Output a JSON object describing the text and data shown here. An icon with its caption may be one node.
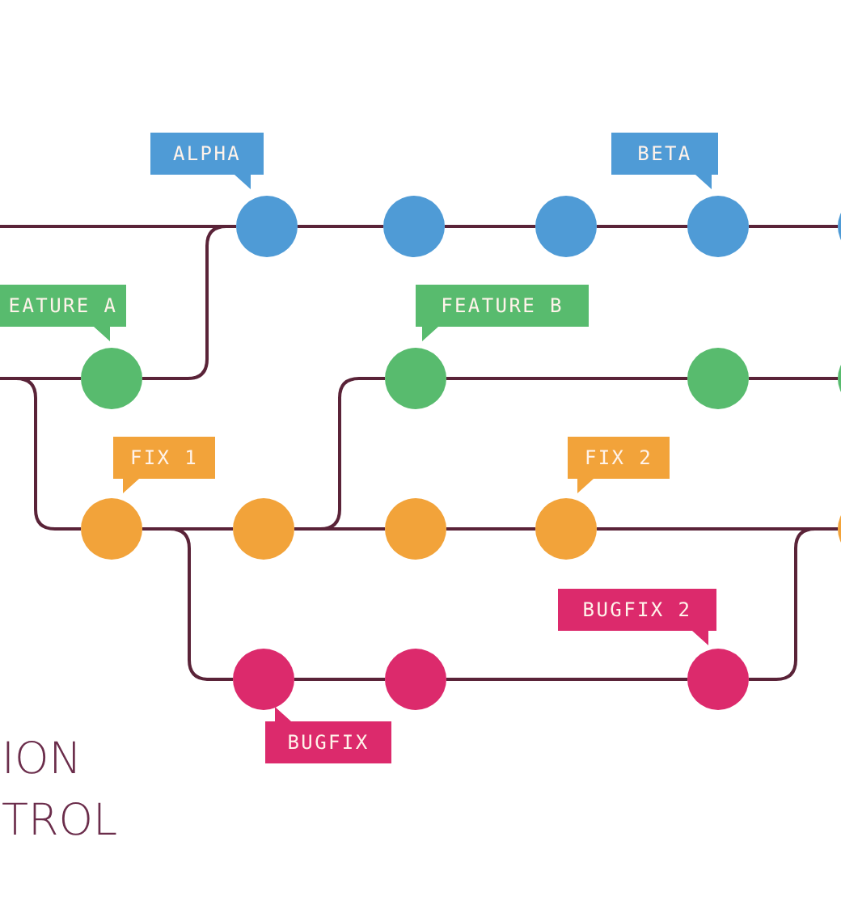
{
  "diagram": {
    "nodes": [
      {
        "text": [
          "ALPHA"
        ]
      },
      {
        "text": [
          "BETA"
        ]
      },
      {
        "text": [],
        "shape": "circle"
      },
      {
        "text": [],
        "shape": "circle"
      },
      {
        "text": [],
        "shape": "circle"
      },
      {
        "text": [],
        "shape": "circle"
      },
      {
        "text": [],
        "shape": "circle"
      },
      {
        "text": [
          "EATURE A"
        ]
      },
      {
        "text": [
          "FEATURE B"
        ]
      },
      {
        "text": [],
        "shape": "circle"
      },
      {
        "text": [],
        "shape": "circle"
      },
      {
        "text": [],
        "shape": "circle"
      },
      {
        "text": [],
        "shape": "circle"
      },
      {
        "text": [
          "FIX 1"
        ]
      },
      {
        "text": [
          "FIX 2"
        ]
      },
      {
        "text": [],
        "shape": "circle"
      },
      {
        "text": [],
        "shape": "circle"
      },
      {
        "text": [],
        "shape": "circle"
      },
      {
        "text": [],
        "shape": "circle"
      },
      {
        "text": [],
        "shape": "circle"
      },
      {
        "text": [
          "BUGFIX 2"
        ]
      },
      {
        "text": [],
        "shape": "circle"
      },
      {
        "text": [],
        "shape": "circle"
      },
      {
        "text": [],
        "shape": "circle"
      },
      {
        "text": [
          "BUGFIX"
        ]
      }
    ],
    "edges": [
      {
        "from": null,
        "to": 2,
        "arrow": "none"
      },
      {
        "from": 9,
        "to": 2,
        "arrow": "none"
      },
      {
        "from": 2,
        "to": 3,
        "arrow": "none"
      },
      {
        "from": 3,
        "to": 4,
        "arrow": "none"
      },
      {
        "from": 4,
        "to": 5,
        "arrow": "none"
      },
      {
        "from": 5,
        "to": 6,
        "arrow": "none"
      },
      {
        "from": null,
        "to": 9,
        "arrow": "none"
      },
      {
        "from": null,
        "to": 15,
        "arrow": "none"
      },
      {
        "from": 15,
        "to": 16,
        "arrow": "none"
      },
      {
        "from": 16,
        "to": 17,
        "arrow": "none"
      },
      {
        "from": 16,
        "to": 10,
        "arrow": "none"
      },
      {
        "from": 17,
        "to": 18,
        "arrow": "none"
      },
      {
        "from": 18,
        "to": 19,
        "arrow": "none"
      },
      {
        "from": 10,
        "to": 11,
        "arrow": "none"
      },
      {
        "from": 11,
        "to": 12,
        "arrow": "none"
      },
      {
        "from": 15,
        "to": 21,
        "arrow": "none"
      },
      {
        "from": 21,
        "to": 22,
        "arrow": "none"
      },
      {
        "from": 22,
        "to": 23,
        "arrow": "none"
      },
      {
        "from": 23,
        "to": 19,
        "arrow": "none"
      }
    ],
    "labels": [
      "ION",
      "TROL"
    ]
  }
}
